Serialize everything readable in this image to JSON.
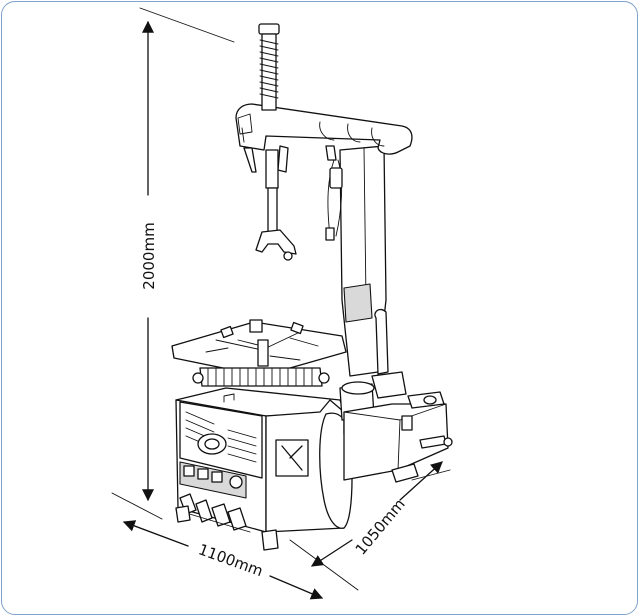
{
  "dimensions": {
    "height_label": "2000mm",
    "width_label": "1100mm",
    "depth_label": "1050mm"
  },
  "colors": {
    "frame_border": "#7fa3c9",
    "line": "#111111"
  }
}
